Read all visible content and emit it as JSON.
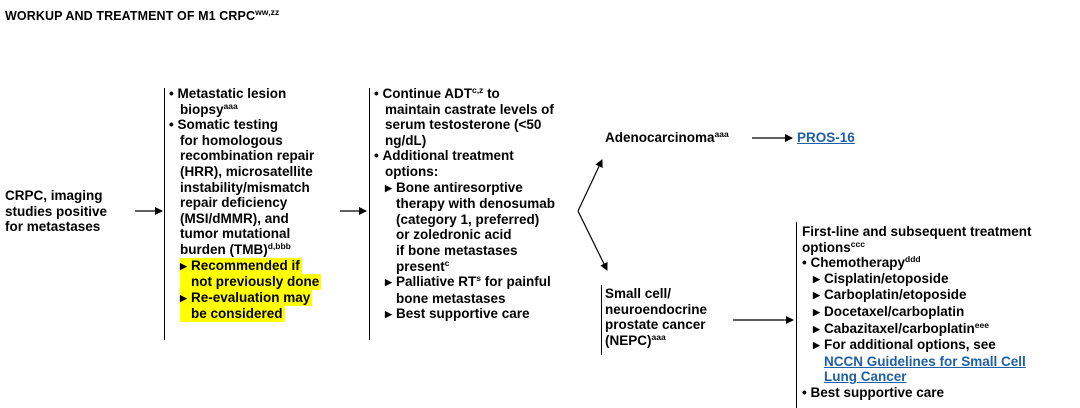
{
  "title": {
    "text": "WORKUP AND TREATMENT OF M1 CRPC",
    "sup": "ww,zz"
  },
  "col1": {
    "lines": [
      "CRPC, imaging",
      "studies positive",
      "for metastases"
    ]
  },
  "col2": {
    "b1": "Metastatic lesion",
    "b1_2": "biopsy",
    "b1_sup": "aaa",
    "b2": "Somatic testing",
    "b2_2": "for homologous",
    "b2_3": "recombination repair",
    "b2_4": "(HRR), microsatellite",
    "b2_5": "instability/mismatch",
    "b2_6": "repair deficiency",
    "b2_7": "(MSI/dMMR), and",
    "b2_8": "tumor mutational",
    "b2_9": "burden (TMB)",
    "b2_sup": "d,bbb",
    "s1": "Recommended if",
    "s1_2": "not previously done",
    "s2": "Re-evaluation may",
    "s2_2": "be considered"
  },
  "col3": {
    "b1": "Continue ADT",
    "b1_sup": "c,z",
    "b1_tail": " to",
    "b1_2": "maintain castrate levels of",
    "b1_3": "serum testosterone (<50",
    "b1_4": "ng/dL)",
    "b2": "Additional treatment",
    "b2_2": "options:",
    "s1": "Bone antiresorptive",
    "s1_2": "therapy with denosumab",
    "s1_3": "(category 1, preferred)",
    "s1_4": "or zoledronic acid",
    "s1_5": "if bone metastases",
    "s1_6": "present",
    "s1_sup": "c",
    "s2": "Palliative RT",
    "s2_sup": "s",
    "s2_tail": " for painful",
    "s2_2": "bone metastases",
    "s3": "Best supportive care"
  },
  "adeno": {
    "label": "Adenocarcinoma",
    "sup": "aaa",
    "link": "PROS-16"
  },
  "nepc": {
    "lines": [
      "Small cell/",
      "neuroendocrine",
      "prostate cancer",
      "(NEPC)"
    ],
    "sup": "aaa"
  },
  "tx": {
    "head": "First-line and subsequent treatment",
    "head_2": "options",
    "head_sup": "ccc",
    "chemo": "Chemotherapy",
    "chemo_sup": "ddd",
    "i1": "Cisplatin/etoposide",
    "i2": "Carboplatin/etoposide",
    "i3": "Docetaxel/carboplatin",
    "i4": "Cabazitaxel/carboplatin",
    "i4_sup": "eee",
    "i5": "For additional options, see",
    "link_1": "NCCN Guidelines for Small Cell",
    "link_2": "Lung Cancer",
    "bsc": "Best supportive care"
  },
  "colors": {
    "highlight": "#ffff00",
    "link": "#1f5fa6"
  }
}
